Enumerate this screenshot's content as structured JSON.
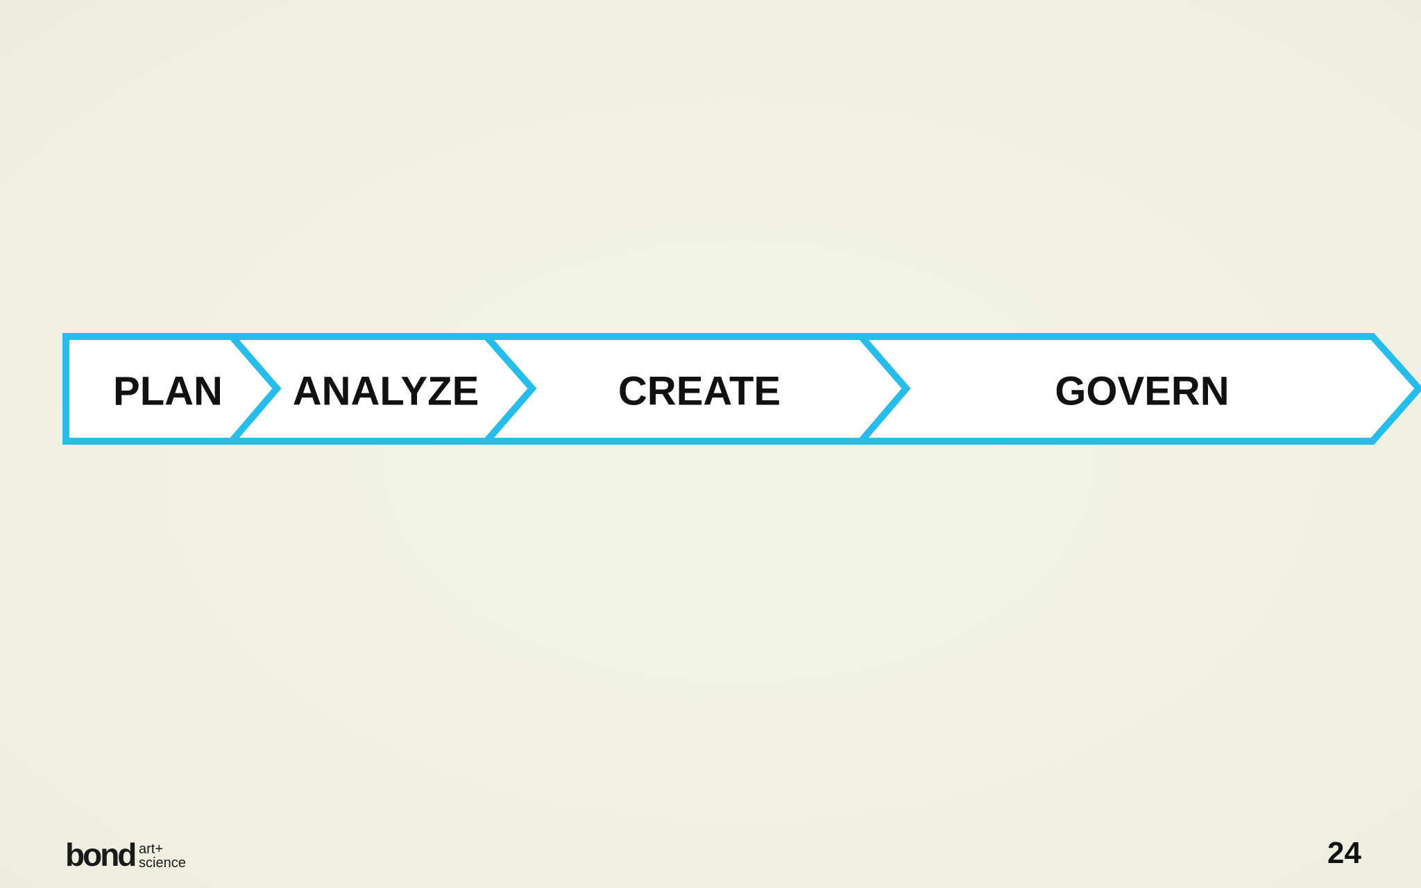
{
  "diagram": {
    "type": "chevron-process",
    "stroke_color": "#27bdea",
    "fill_color": "#ffffff",
    "text_color": "#111111",
    "stages": [
      {
        "label": "PLAN"
      },
      {
        "label": "ANALYZE"
      },
      {
        "label": "CREATE"
      },
      {
        "label": "GOVERN"
      }
    ]
  },
  "footer": {
    "logo": {
      "word": "bond",
      "line1": "art+",
      "line2": "science"
    },
    "page_number": "24"
  }
}
